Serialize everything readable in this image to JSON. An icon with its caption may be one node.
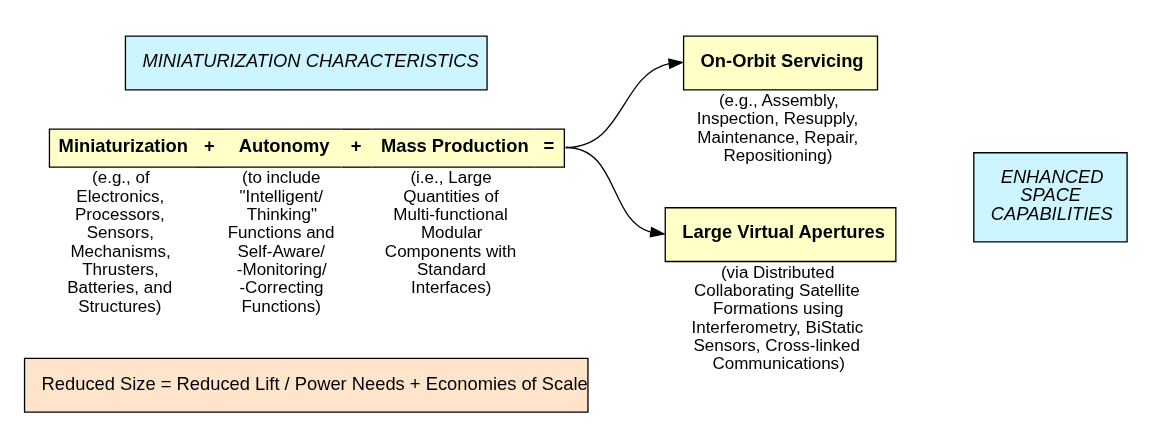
{
  "diagram": {
    "nodes": [
      {
        "text": [
          "MINIATURIZATION CHARACTERISTICS"
        ]
      },
      {
        "text": [
          "Miniaturization",
          "+",
          "Autonomy",
          "+",
          "Mass Production",
          "="
        ],
        "beside": [
          "(e.g., of Electronics, Processors, Sensors, Mechanisms, Thrusters, Batteries, and Structures)",
          "(to include \"Intelligent/ Thinking\" Functions and Self-Aware/ -Monitoring/ -Correcting Functions)",
          "(i.e., Large Quantities of Multi-functional Modular Components with Standard Interfaces)"
        ]
      },
      {
        "text": [
          "Reduced Size = Reduced Lift / Power Needs + Economies of Scale"
        ]
      },
      {
        "text": [
          "On-Orbit Servicing"
        ],
        "beside": [
          "(e.g., Assembly, Inspection, Resupply, Maintenance, Repair, Repositioning)"
        ]
      },
      {
        "text": [
          "Large Virtual Apertures"
        ],
        "beside": [
          "(via Distributed Collaborating Satellite Formations using Interferometry, BiStatic Sensors, Cross-linked Communications)"
        ]
      },
      {
        "text": [
          "ENHANCED SPACE CAPABILITIES"
        ]
      }
    ],
    "edges": [
      {
        "from": 1,
        "to": 3,
        "arrow": "to"
      },
      {
        "from": 1,
        "to": 4,
        "arrow": "to"
      }
    ]
  }
}
